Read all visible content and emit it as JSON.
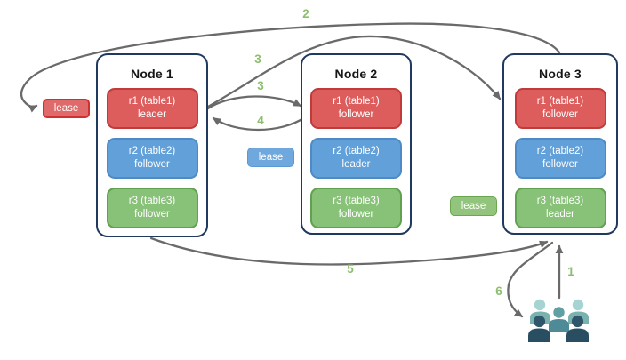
{
  "diagram": {
    "nodes": [
      {
        "title": "Node 1",
        "replicas": [
          {
            "label": "r1 (table1)",
            "role": "leader",
            "color": "#dd5c5c"
          },
          {
            "label": "r2 (table2)",
            "role": "follower",
            "color": "#61a0d8"
          },
          {
            "label": "r3 (table3)",
            "role": "follower",
            "color": "#88c178"
          }
        ]
      },
      {
        "title": "Node 2",
        "replicas": [
          {
            "label": "r1 (table1)",
            "role": "follower",
            "color": "#dd5c5c"
          },
          {
            "label": "r2 (table2)",
            "role": "leader",
            "color": "#61a0d8"
          },
          {
            "label": "r3 (table3)",
            "role": "follower",
            "color": "#88c178"
          }
        ]
      },
      {
        "title": "Node 3",
        "replicas": [
          {
            "label": "r1 (table1)",
            "role": "follower",
            "color": "#dd5c5c"
          },
          {
            "label": "r2 (table2)",
            "role": "follower",
            "color": "#61a0d8"
          },
          {
            "label": "r3 (table3)",
            "role": "leader",
            "color": "#88c178"
          }
        ]
      }
    ],
    "leases": [
      {
        "label": "lease",
        "color": "#e06a6a"
      },
      {
        "label": "lease",
        "color": "#6fa8dc"
      },
      {
        "label": "lease",
        "color": "#93c47d"
      }
    ],
    "steps": {
      "s1": "1",
      "s2": "2",
      "s3a": "3",
      "s3b": "3",
      "s4": "4",
      "s5": "5",
      "s6": "6"
    },
    "colors": {
      "arrow": "#6a6a6a",
      "step_label": "#8dbe6e",
      "node_border": "#20395e",
      "users_icon_light": "#a7d4d2",
      "users_icon_medium": "#5fa0a5",
      "users_icon_dark": "#2f566b"
    }
  }
}
